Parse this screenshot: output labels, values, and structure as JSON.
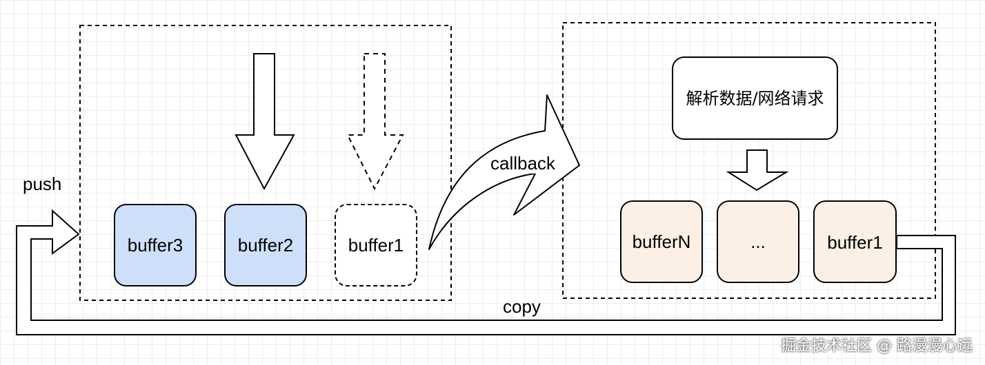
{
  "labels": {
    "push": "push",
    "callback": "callback",
    "copy": "copy"
  },
  "left_group": {
    "buffers": [
      "buffer3",
      "buffer2",
      "buffer1"
    ]
  },
  "right_group": {
    "process": "解析数据/网络请求",
    "buffers": [
      "bufferN",
      "...",
      "buffer1"
    ]
  },
  "watermark": "掘金技术社区 @ 路漫漫心远",
  "colors": {
    "blue_fill": "#cddff9",
    "peach_fill": "#fcefe5",
    "stroke": "#000000"
  }
}
